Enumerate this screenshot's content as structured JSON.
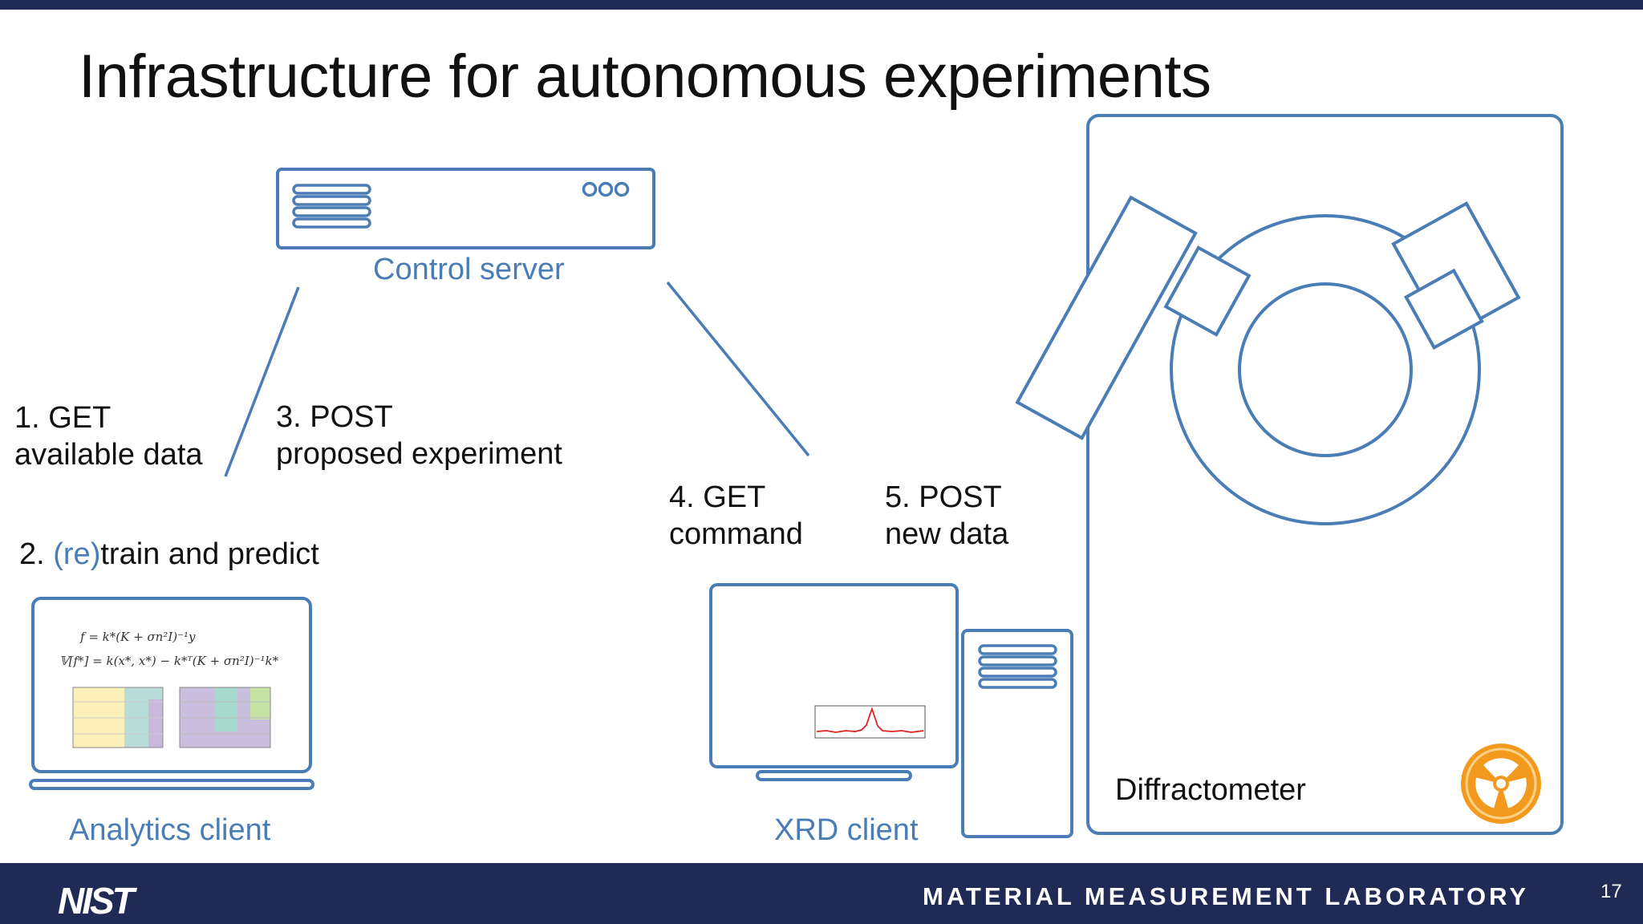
{
  "slide": {
    "title": "Infrastructure for autonomous experiments",
    "page_number": "17"
  },
  "nodes": {
    "control_server": "Control server",
    "analytics_client": "Analytics client",
    "xrd_client": "XRD client",
    "diffractometer": "Diffractometer"
  },
  "steps": {
    "step1_line1": "1. GET",
    "step1_line2": "available data",
    "step2_prefix": "2. ",
    "step2_highlight": "(re)",
    "step2_rest": "train and predict",
    "step3_line1": "3. POST",
    "step3_line2": "proposed experiment",
    "step4_line1": "4. GET",
    "step4_line2": "command",
    "step5_line1": "5. POST",
    "step5_line2": "new data"
  },
  "equations": {
    "eq1": "f = k*(K + σn²I)⁻¹y",
    "eq2": "𝕍[f*] = k(x*, x*) − k*ᵀ(K + σn²I)⁻¹k*"
  },
  "footer": {
    "logo": "NIST",
    "lab_name": "MATERIAL MEASUREMENT LABORATORY"
  },
  "colors": {
    "accent": "#4a7db5",
    "navy": "#1f2a55",
    "hazard": "#f39a1e"
  },
  "icons": {
    "server": "server-icon",
    "hazard": "radiation-icon"
  }
}
